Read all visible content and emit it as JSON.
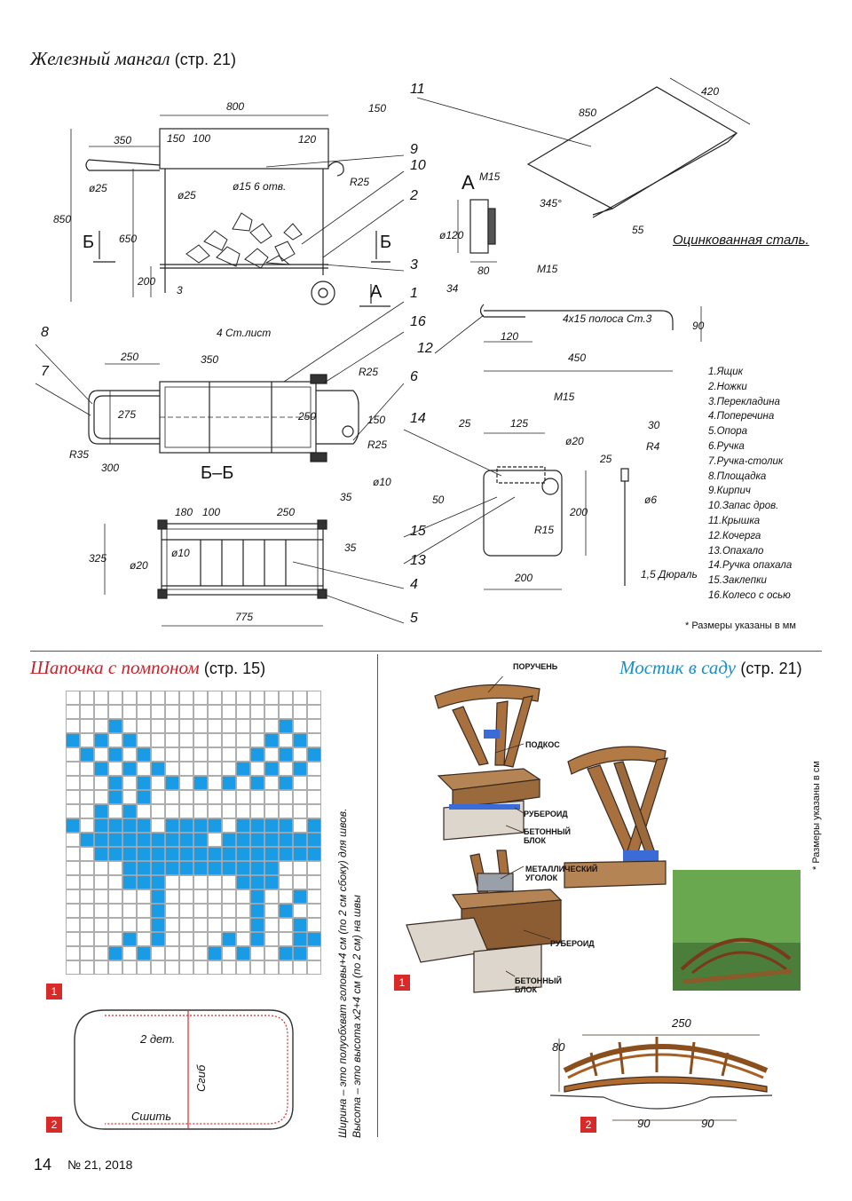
{
  "brazier": {
    "title": "Железный мангал",
    "page_ref": "(стр. 21)",
    "dims": {
      "d800": "800",
      "d150": "150",
      "d350": "350",
      "d150b": "150",
      "d100": "100",
      "d120": "120",
      "d850": "850",
      "d650": "650",
      "d200": "200",
      "d3": "3",
      "d25a": "ø25",
      "d25b": "ø25",
      "holes": "ø15  6 отв.",
      "r25": "R25",
      "d250": "250",
      "d275": "275",
      "d300": "300",
      "r35": "R35",
      "d350v": "350",
      "sheet": "4 Ст.лист",
      "d250b": "250",
      "d150c": "150",
      "r25b": "R25",
      "d10": "ø10",
      "d180": "180",
      "d100b": "100",
      "d250c": "250",
      "d35": "35",
      "d35b": "35",
      "d325": "325",
      "d20": "ø20",
      "d10b": "ø10",
      "d775": "775",
      "lid850": "850",
      "lid420": "420",
      "lid345": "345°",
      "lid55": "55",
      "galv": "Оцинкованная сталь.",
      "m15a": "М15",
      "d120w": "ø120",
      "d80": "80",
      "m15b": "М15",
      "d34": "34",
      "strip": "4х15  полоса Ст.3",
      "d120p": "120",
      "d450": "450",
      "d90": "90",
      "m15c": "М15",
      "d25p": "25",
      "d125": "125",
      "d20p": "ø20",
      "d50": "50",
      "d200p": "200",
      "r15": "R15",
      "d200h": "200",
      "d30": "30",
      "r4": "R4",
      "d25v": "25",
      "d6": "ø6",
      "dural": "1,5 Дюраль"
    },
    "views": {
      "section": "Б–Б",
      "arrow_a": "А",
      "view_a": "А",
      "arrow_b1": "Б",
      "arrow_b2": "Б"
    },
    "callouts": [
      "11",
      "9",
      "10",
      "2",
      "3",
      "1",
      "16",
      "12",
      "8",
      "7",
      "6",
      "14",
      "15",
      "13",
      "4",
      "5"
    ],
    "parts": [
      "1.Ящик",
      "2.Ножки",
      "3.Перекладина",
      "4.Поперечина",
      "5.Опора",
      "6.Ручка",
      "7.Ручка-столик",
      "8.Площадка",
      "9.Кирпич",
      "10.Запас дров.",
      "11.Крышка",
      "12.Кочерга",
      "13.Опахало",
      "14.Ручка опахала",
      "15.Заклепки",
      "16.Колесо с осью"
    ],
    "units_note": "* Размеры указаны в мм"
  },
  "hat": {
    "title": "Шапочка с помпоном",
    "page_ref": "(стр. 15)",
    "grid_cols": 18,
    "grid_rows": 20,
    "grid_color": "#1a9be6",
    "badge1": "1",
    "badge2": "2",
    "pattern_label_details": "2 дет.",
    "pattern_label_fold": "Сгиб",
    "pattern_label_sew": "Сшить",
    "side_note_line1": "Ширина – это полуобхват головы+4 см (по 2 см сбоку) для швов.",
    "side_note_line2": "Высота – это высота х2+4 см (по 2 см) на швы"
  },
  "bridge": {
    "title": "Мостик в саду",
    "page_ref": "(стр. 21)",
    "labels": {
      "handrail": "ПОРУЧЕНЬ",
      "brace": "ПОДКОС",
      "roofing1": "РУБЕРОИД",
      "block": "БЕТОННЫЙ БЛОК",
      "corner": "МЕТАЛЛИЧЕСКИЙ УГОЛОК",
      "roofing2": "РУБЕРОИД",
      "block2": "БЕТОННЫЙ БЛОК"
    },
    "dims": {
      "span": "250",
      "height": "80",
      "left": "90",
      "right": "90"
    },
    "badge1": "1",
    "badge2": "2",
    "units_note": "* Размеры указаны в см"
  },
  "footer": {
    "page_number": "14",
    "issue": "№ 21, 2018"
  },
  "colors": {
    "accent_red": "#d92a2a",
    "accent_blue": "#1a8fc9",
    "grid_blue": "#1a9be6"
  }
}
